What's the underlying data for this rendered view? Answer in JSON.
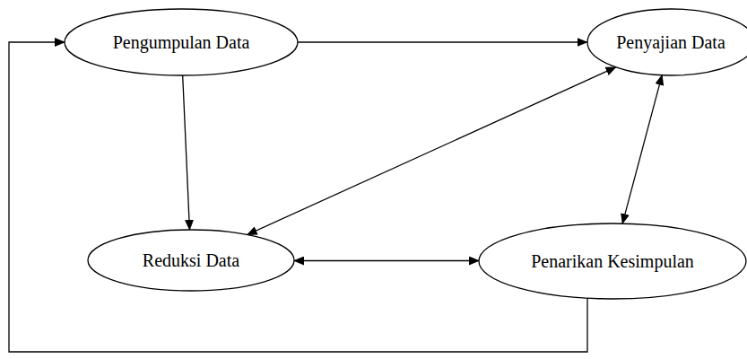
{
  "diagram": {
    "nodes": [
      {
        "text": [
          "Pengumpulan Data"
        ]
      },
      {
        "text": [
          "Penyajian Data"
        ]
      },
      {
        "text": [
          "Reduksi Data"
        ]
      },
      {
        "text": [
          "Penarikan Kesimpulan"
        ]
      }
    ],
    "edges": [
      {
        "from": 0,
        "to": 1,
        "arrow": "to"
      },
      {
        "from": 0,
        "to": 2,
        "arrow": "to"
      },
      {
        "from": 2,
        "to": 1,
        "arrow": "both"
      },
      {
        "from": 1,
        "to": 3,
        "arrow": "both"
      },
      {
        "from": 2,
        "to": 3,
        "arrow": "both"
      },
      {
        "from": 3,
        "to": 0,
        "arrow": "to"
      }
    ]
  }
}
